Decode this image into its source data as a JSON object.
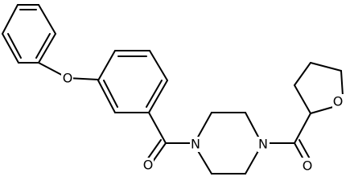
{
  "atoms": {
    "ether_oxygen": "O",
    "carbonyl_oxygen_left": "O",
    "carbonyl_oxygen_right": "O",
    "piperazine_nitrogen_left": "N",
    "piperazine_nitrogen_right": "N",
    "thf_oxygen": "O"
  },
  "colors": {
    "bond": "#000000",
    "background": "#ffffff"
  }
}
